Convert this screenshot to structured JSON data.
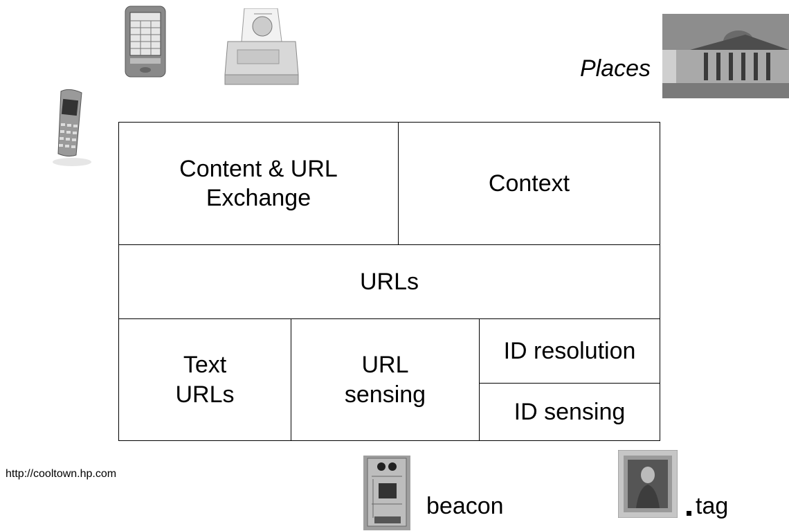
{
  "diagram": {
    "cells": {
      "content_exchange": "Content & URL\nExchange",
      "context": "Context",
      "urls": "URLs",
      "text_urls": "Text\nURLs",
      "url_sensing": "URL\nsensing",
      "id_resolution": "ID resolution",
      "id_sensing": "ID sensing"
    }
  },
  "labels": {
    "places": "Places",
    "beacon": "beacon",
    "tag": "tag",
    "url": "http://cooltown.hp.com"
  },
  "icons": {
    "pda": "pda-device-icon",
    "printer": "printer-icon",
    "phone": "mobile-phone-icon",
    "building": "building-photo",
    "beacon": "beacon-circuit-board-photo",
    "painting": "framed-painting-photo"
  }
}
